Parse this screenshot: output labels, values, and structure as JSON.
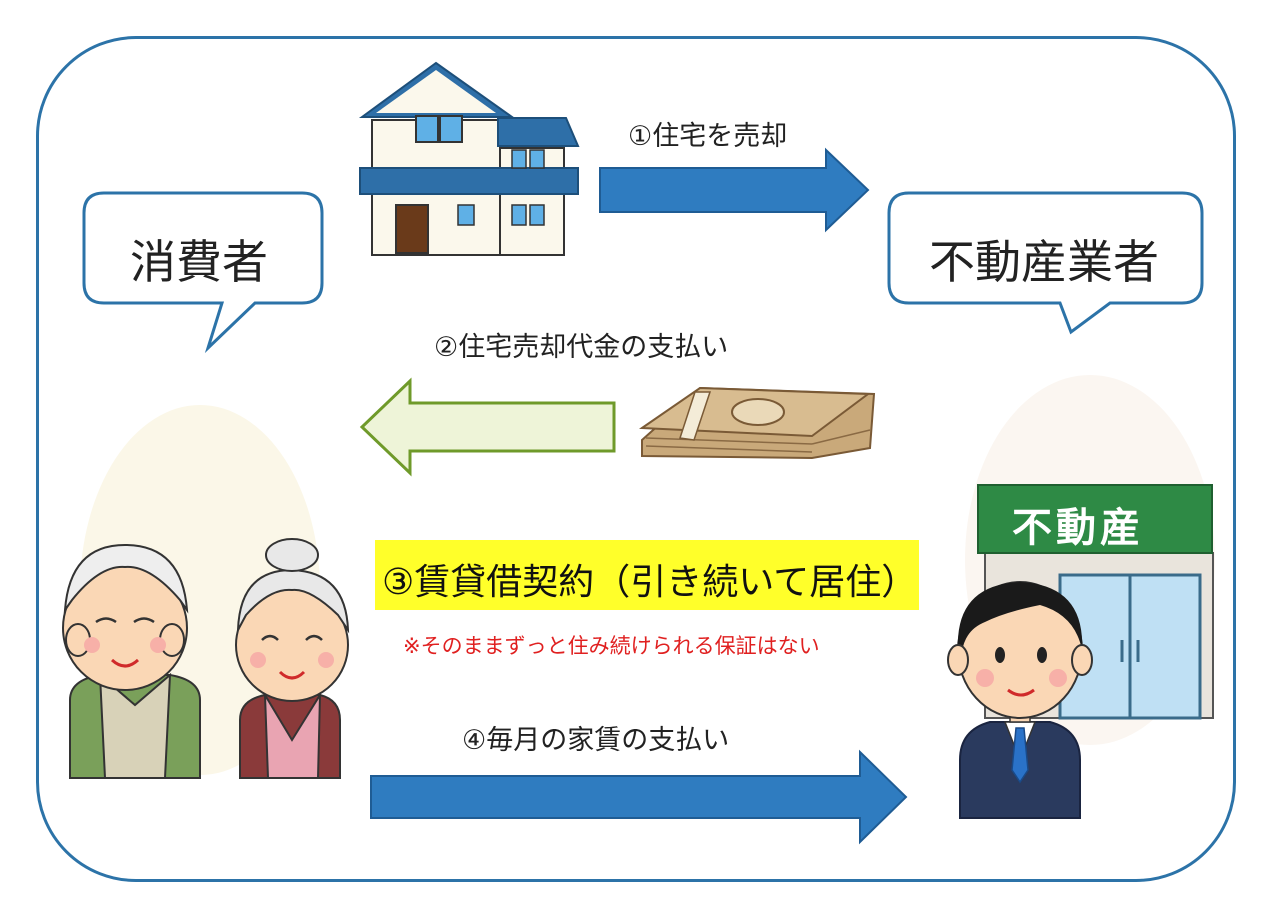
{
  "parties": {
    "consumer": "消費者",
    "agent": "不動産業者"
  },
  "steps": {
    "step1": "①住宅を売却",
    "step2": "②住宅売却代金の支払い",
    "step3": "③賃貸借契約（引き続いて居住）",
    "step3_note": "※そのままずっと住み続けられる保証はない",
    "step4": "④毎月の家賃の支払い"
  },
  "store_sign": "不動産",
  "colors": {
    "frame": "#2c73a8",
    "arrow_blue": "#2f7cc0",
    "arrow_green_fill": "#eef4d8",
    "arrow_green_stroke": "#6f9a2a",
    "highlight": "#ffff2a",
    "note_red": "#e02020",
    "sign_green": "#2e8a45"
  },
  "icons": [
    "house-icon",
    "money-bundle-icon",
    "elderly-couple-icon",
    "real-estate-store-icon",
    "salesman-icon"
  ]
}
